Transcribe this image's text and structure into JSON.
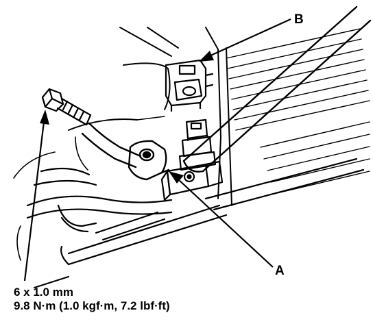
{
  "callouts": {
    "a": "A",
    "b": "B"
  },
  "spec": {
    "bolt_size": "6 x 1.0 mm",
    "torque": "9.8 N·m (1.0 kgf·m, 7.2 lbf·ft)"
  },
  "colors": {
    "ink": "#000000",
    "paper": "#ffffff"
  }
}
